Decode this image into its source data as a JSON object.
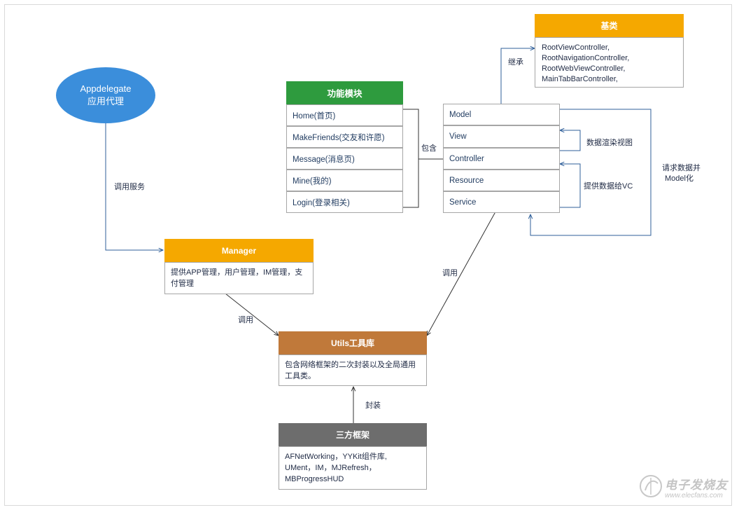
{
  "appdelegate": {
    "line1": "Appdelegate",
    "line2": "应用代理"
  },
  "labels": {
    "call_service": "调用服务",
    "call_1": "调用",
    "call_2": "调用",
    "include": "包含",
    "inherit": "继承",
    "render": "数据渲染视图",
    "provide": "提供数据给VC",
    "request_line1": "请求数据并",
    "request_line2": "Model化",
    "wrap": "封装"
  },
  "base_class": {
    "title": "基类",
    "lines": [
      "RootViewController,",
      "RootNavigationController,",
      "RootWebViewController,",
      "MainTabBarController,"
    ]
  },
  "modules": {
    "title": "功能模块",
    "items": [
      "Home(首页)",
      "MakeFriends(交友和许愿)",
      "Message(消息页)",
      "Mine(我的)",
      "Login(登录相关)"
    ]
  },
  "mvc": {
    "items": [
      "Model",
      "View",
      "Controller",
      "Resource",
      "Service"
    ]
  },
  "manager": {
    "title": "Manager",
    "line1": "提供APP管理，用户管理，IM管理，支",
    "line2": "付管理"
  },
  "utils": {
    "title": "Utils工具库",
    "line1": "包含网络框架的二次封装以及全局通用",
    "line2": "工具类。"
  },
  "third_party": {
    "title": "三方框架",
    "line1": "AFNetWorking，YYKit组件库,",
    "line2": "UMent，IM，MJRefresh，",
    "line3": "MBProgressHUD"
  },
  "watermark": {
    "logo_text": "电子发烧友",
    "url": "www.elecfans.com"
  },
  "colors": {
    "orange_header": "#f5a800",
    "green_header": "#2e9b3e",
    "brown_header": "#c0793a",
    "gray_header": "#6d6d6d",
    "ellipse": "#3b8edb",
    "connector": "#2f5f9a"
  }
}
